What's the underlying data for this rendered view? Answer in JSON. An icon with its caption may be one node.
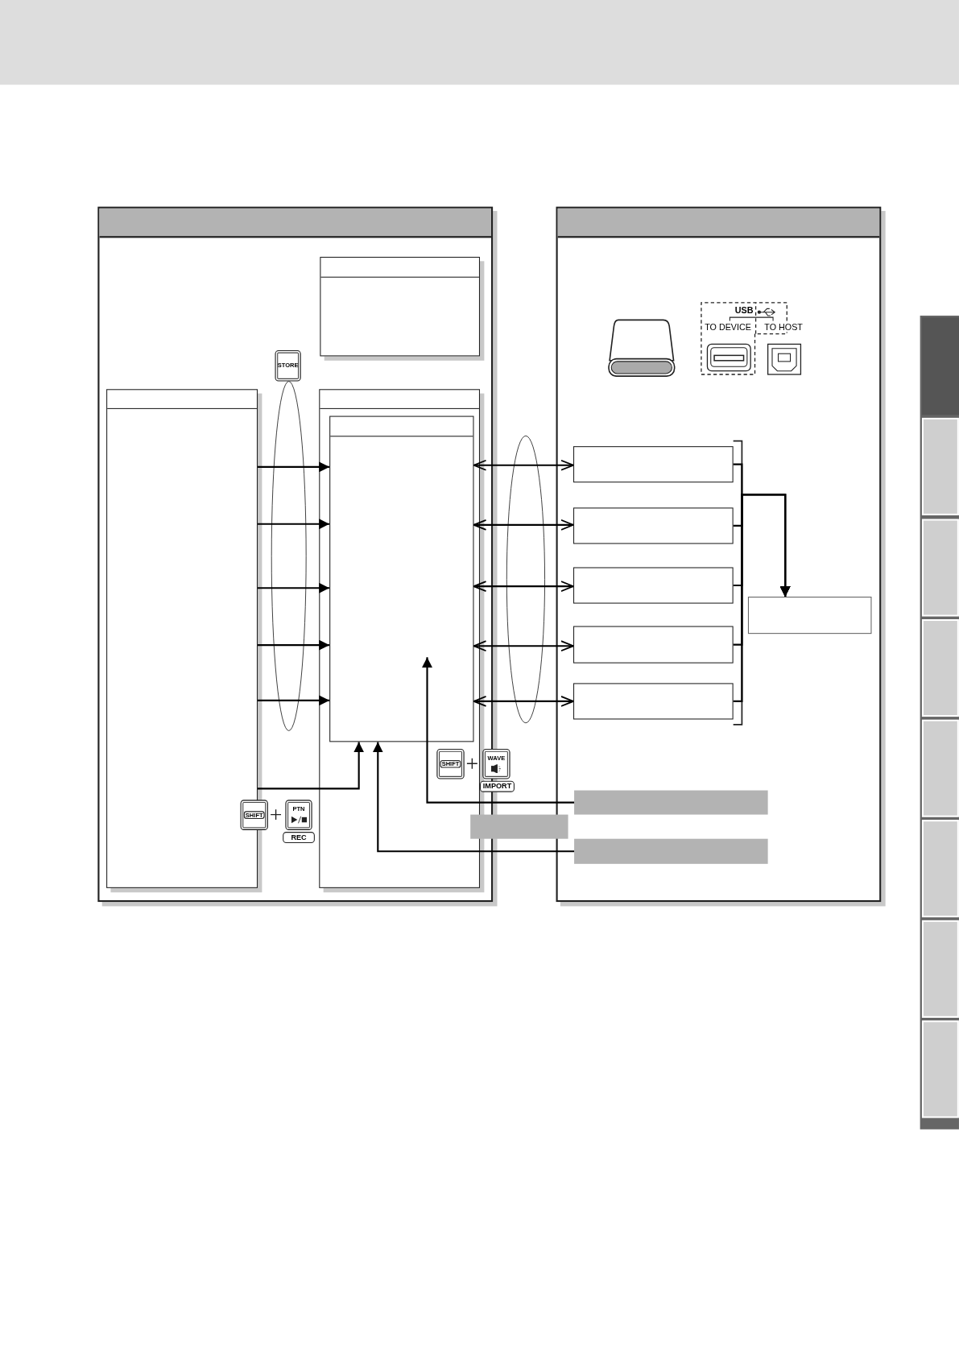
{
  "diagram": {
    "nodes": [
      {
        "text": [],
        "shape": "box"
      },
      {
        "text": [],
        "shape": "box"
      },
      {
        "text": [],
        "shape": "box",
        "in": 0
      },
      {
        "text": [],
        "shape": "box",
        "in": 0
      },
      {
        "text": [],
        "shape": "box",
        "in": 0
      },
      {
        "text": [],
        "shape": "box",
        "in": 4
      },
      {
        "text": [],
        "shape": "box",
        "in": 1
      },
      {
        "text": [],
        "shape": "box",
        "in": 1
      },
      {
        "text": [],
        "shape": "box",
        "in": 1
      },
      {
        "text": [],
        "shape": "box",
        "in": 1
      },
      {
        "text": [],
        "shape": "box",
        "in": 1
      },
      {
        "text": [],
        "shape": "box",
        "in": 1
      },
      {
        "text": [],
        "shape": "bar",
        "in": 1
      },
      {
        "text": [],
        "shape": "bar"
      },
      {
        "text": [],
        "shape": "bar",
        "in": 1
      }
    ],
    "edges": [
      {
        "from": 3,
        "to": 5,
        "arrow": "to"
      },
      {
        "from": 3,
        "to": 5,
        "arrow": "to"
      },
      {
        "from": 3,
        "to": 5,
        "arrow": "to"
      },
      {
        "from": 3,
        "to": 5,
        "arrow": "to"
      },
      {
        "from": 3,
        "to": 5,
        "arrow": "to"
      },
      {
        "from": 5,
        "to": 6,
        "arrow": "both"
      },
      {
        "from": 5,
        "to": 7,
        "arrow": "both"
      },
      {
        "from": 5,
        "to": 8,
        "arrow": "both"
      },
      {
        "from": 5,
        "to": 9,
        "arrow": "both"
      },
      {
        "from": 5,
        "to": 10,
        "arrow": "both"
      },
      {
        "from": 6,
        "to": 11,
        "arrow": "to"
      },
      {
        "from": 7,
        "to": 11,
        "arrow": "to"
      },
      {
        "from": 8,
        "to": 11,
        "arrow": "to"
      },
      {
        "from": 9,
        "to": 11,
        "arrow": "to"
      },
      {
        "from": 10,
        "to": 11,
        "arrow": "to"
      },
      {
        "from": 3,
        "to": 5,
        "arrow": "to"
      },
      {
        "from": 12,
        "to": 5,
        "arrow": "to"
      },
      {
        "from": 14,
        "to": 5,
        "arrow": "to"
      }
    ],
    "labels": [
      "USB",
      "TO DEVICE",
      "TO HOST",
      "STORE",
      "SHIFT",
      "WAVE",
      "IMPORT",
      "SHIFT",
      "PTN",
      "REC"
    ]
  }
}
